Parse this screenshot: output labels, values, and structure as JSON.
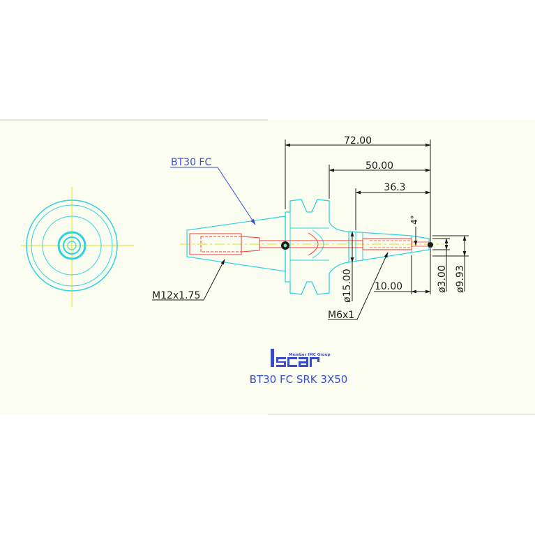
{
  "drawing": {
    "dimensions": {
      "total_length": "72.00",
      "length_50": "50.00",
      "length_36": "36.3",
      "length_10": "10.00",
      "taper_angle": "4°",
      "dia_15": "ø15.00",
      "dia_3": "ø3.00",
      "dia_993": "ø9.93"
    },
    "labels": {
      "holder_type": "BT30 FC",
      "thread_rear": "M12x1.75",
      "thread_front": "M6x1",
      "product_code": "BT30 FC SRK 3X50"
    },
    "logo": {
      "brand": "Iscar",
      "tagline": "Member IMC Group"
    },
    "colors": {
      "background": "#fbfdf0",
      "outline": "#2fd3de",
      "thread": "#ef3a3a",
      "centerline": "#e6e01a",
      "dimension": "#1b1b1b",
      "label_text": "#3b4fc6",
      "logo": "#3a4bc4"
    }
  }
}
